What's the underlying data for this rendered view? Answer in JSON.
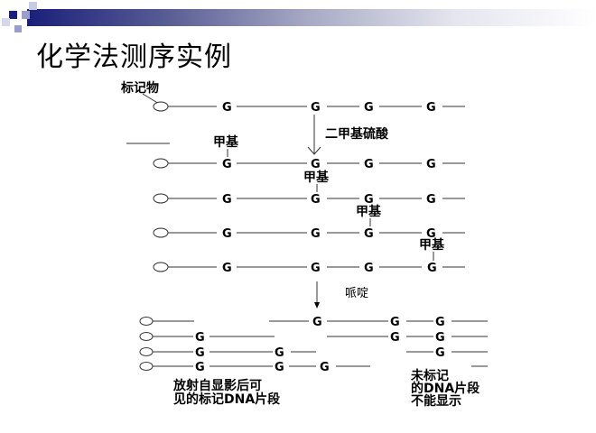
{
  "slide": {
    "title": "化学法测序实例",
    "accent_color": "#1a1f7a"
  },
  "diagram": {
    "label_marker": "标记物",
    "reagent_1": "二甲基硫酸",
    "methyl": "甲基",
    "reagent_2": "哌啶",
    "base": "G",
    "caption_left": [
      "放射自显影后可",
      "见的标记DNA片段"
    ],
    "caption_right": [
      "未标记",
      "的DNA片段",
      "不能显示"
    ]
  }
}
